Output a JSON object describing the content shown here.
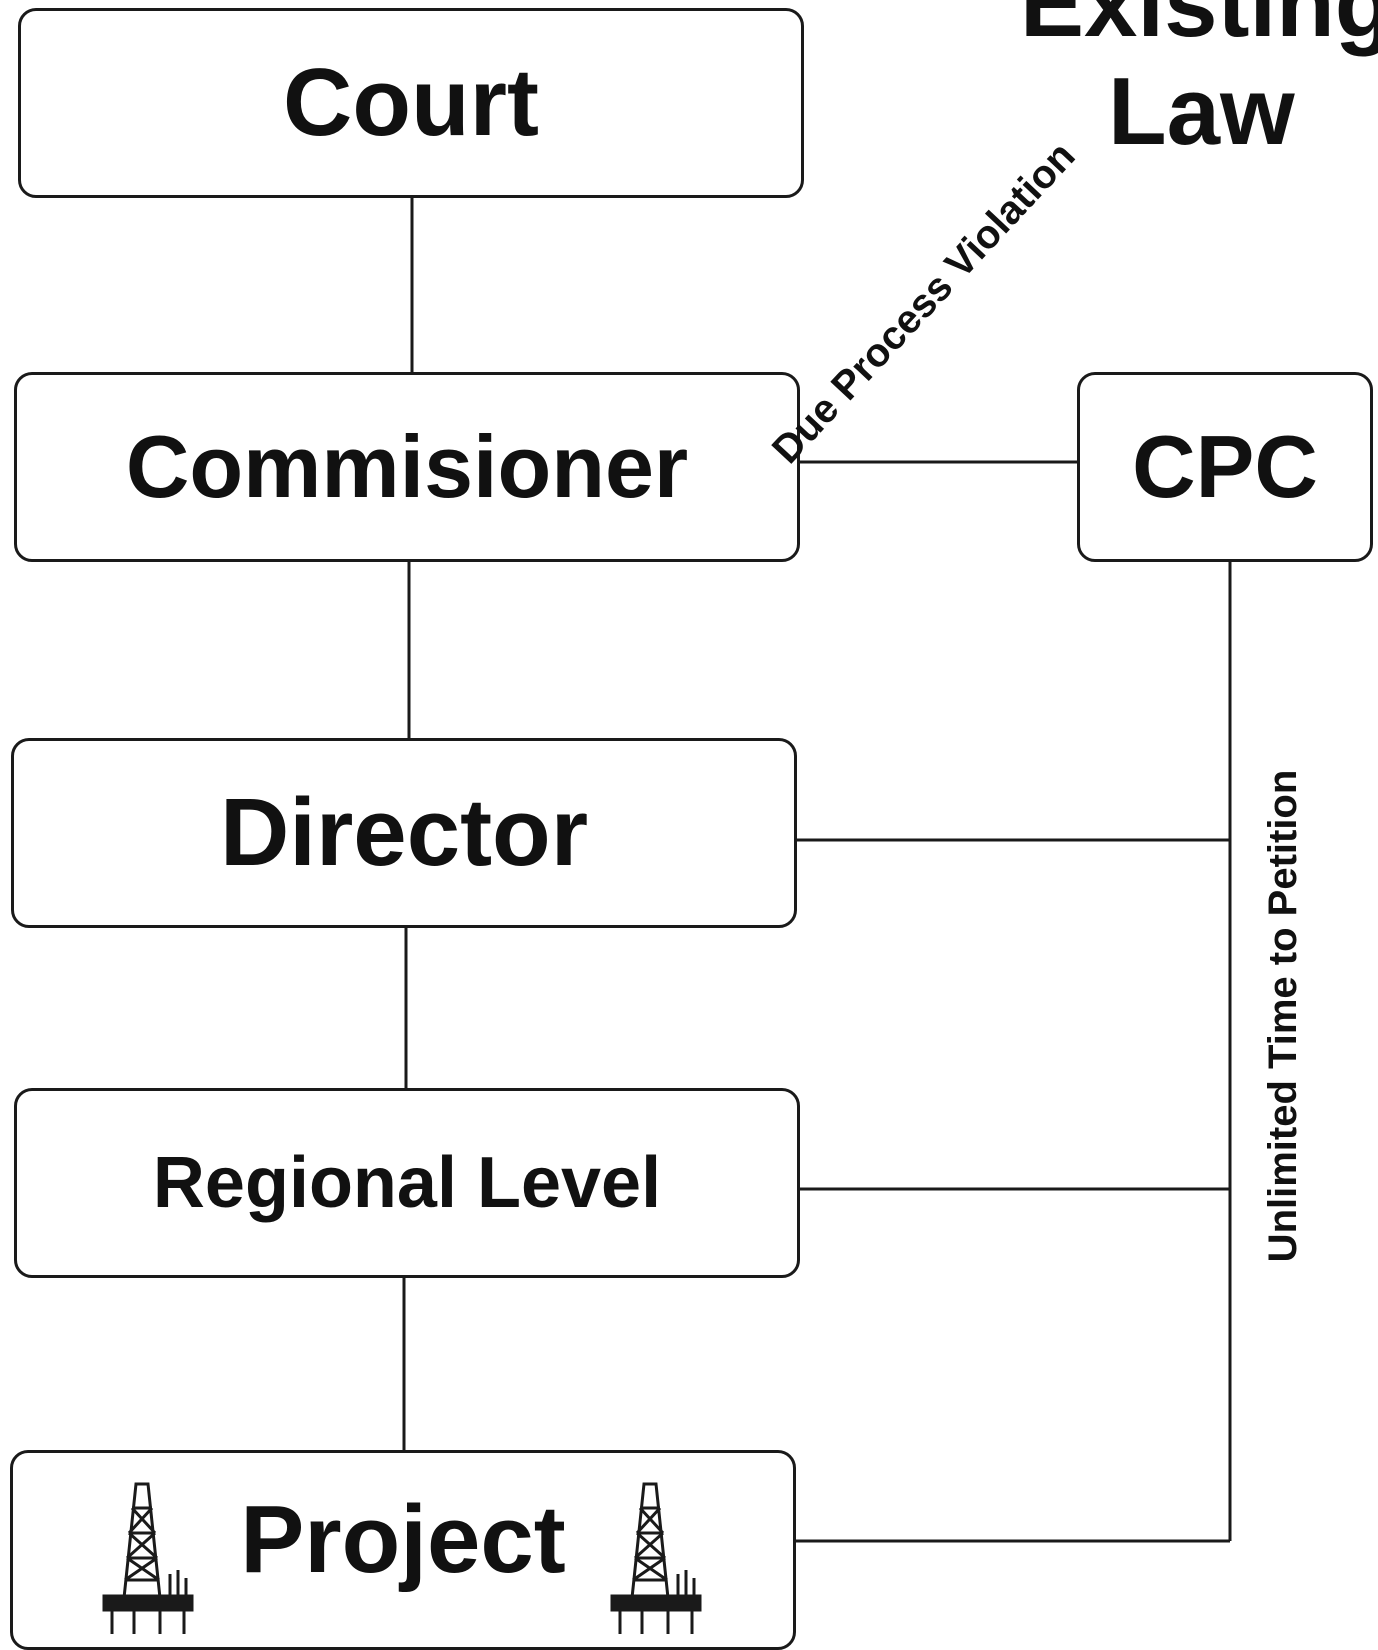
{
  "title": {
    "line1": "Existing",
    "line2": "Law"
  },
  "boxes": {
    "court": "Court",
    "commissioner": "Commisioner",
    "cpc": "CPC",
    "director": "Director",
    "regional": "Regional Level",
    "project": "Project"
  },
  "edges": {
    "due_process": "Due Process Violation",
    "petition": "Unlimited Time to Petition"
  },
  "icons": {
    "project_left": "oil-rig-icon",
    "project_right": "oil-rig-icon"
  },
  "colors": {
    "line": "#1a1a1a",
    "text": "#111111",
    "background": "#ffffff"
  }
}
